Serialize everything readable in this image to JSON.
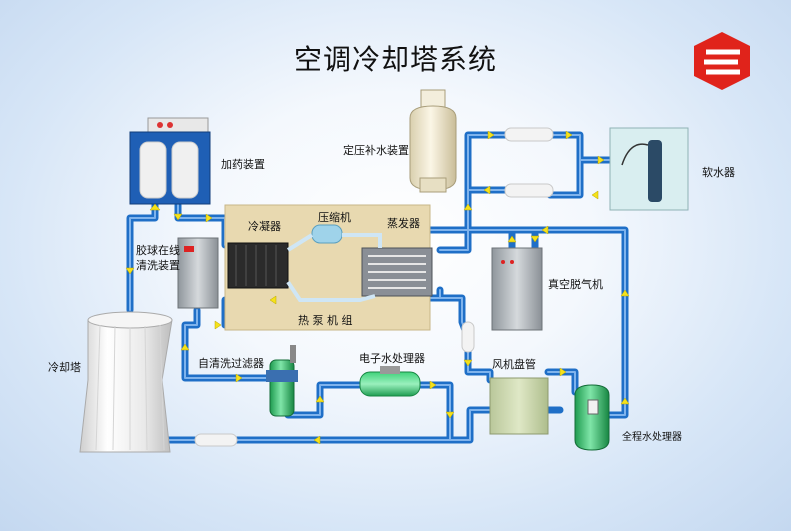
{
  "title": "空调冷却塔系统",
  "labels": {
    "dosing_device": "加药装置",
    "pressure_makeup": "定压补水装置",
    "softener": "软水器",
    "condenser": "冷凝器",
    "compressor": "压缩机",
    "evaporator": "蒸发器",
    "ball_cleaning_line1": "胶球在线",
    "ball_cleaning_line2": "清洗装置",
    "vacuum_degasser": "真空脱气机",
    "heat_pump": "热 泵 机 组",
    "cooling_tower": "冷却塔",
    "self_clean_filter": "自清洗过滤器",
    "electronic_water": "电子水处理器",
    "fan_coil": "风机盘管",
    "full_water_treatment": "全程水处理器"
  },
  "colors": {
    "pipe": "#1f6fc7",
    "pipe_highlight": "#7fb3ec",
    "arrow": "#f5e21a",
    "heat_pump_box": "#e8d9b0",
    "logo_red": "#e0231b"
  },
  "icons": {
    "logo": "red-hexagon-logo-icon"
  }
}
